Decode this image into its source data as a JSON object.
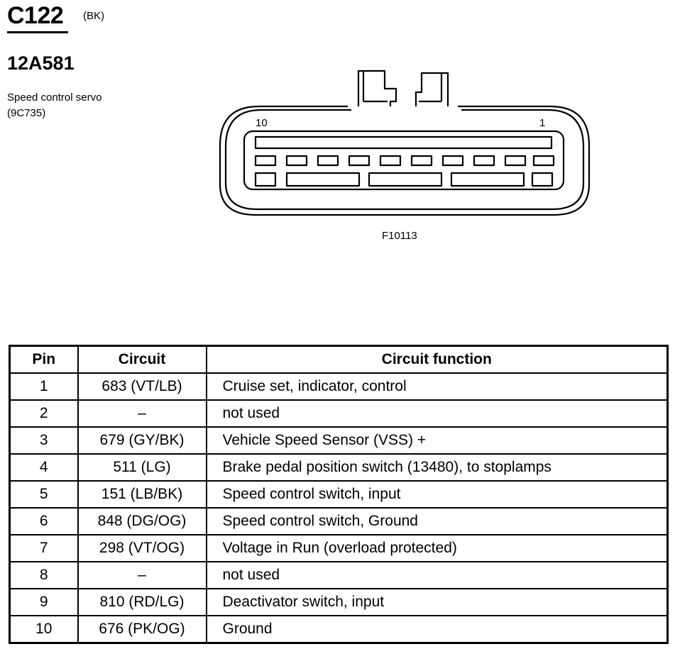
{
  "header": {
    "connector_id": "C122",
    "connector_color": "(BK)",
    "part_number": "12A581",
    "component_name": "Speed control servo",
    "component_code": "(9C735)"
  },
  "diagram": {
    "pin_label_left": "10",
    "pin_label_right": "1",
    "figure_code": "F10113"
  },
  "table": {
    "headers": [
      "Pin",
      "Circuit",
      "Circuit function"
    ],
    "rows": [
      {
        "pin": "1",
        "circuit": "683 (VT/LB)",
        "function": "Cruise set, indicator, control"
      },
      {
        "pin": "2",
        "circuit": "–",
        "function": "not used"
      },
      {
        "pin": "3",
        "circuit": "679 (GY/BK)",
        "function": "Vehicle Speed Sensor (VSS) +"
      },
      {
        "pin": "4",
        "circuit": "511 (LG)",
        "function": "Brake pedal position switch (13480), to stoplamps"
      },
      {
        "pin": "5",
        "circuit": "151 (LB/BK)",
        "function": "Speed control switch, input"
      },
      {
        "pin": "6",
        "circuit": "848 (DG/OG)",
        "function": "Speed control switch, Ground"
      },
      {
        "pin": "7",
        "circuit": "298 (VT/OG)",
        "function": "Voltage in Run (overload protected)"
      },
      {
        "pin": "8",
        "circuit": "–",
        "function": "not used"
      },
      {
        "pin": "9",
        "circuit": "810 (RD/LG)",
        "function": "Deactivator switch, input"
      },
      {
        "pin": "10",
        "circuit": "676 (PK/OG)",
        "function": "Ground"
      }
    ]
  }
}
